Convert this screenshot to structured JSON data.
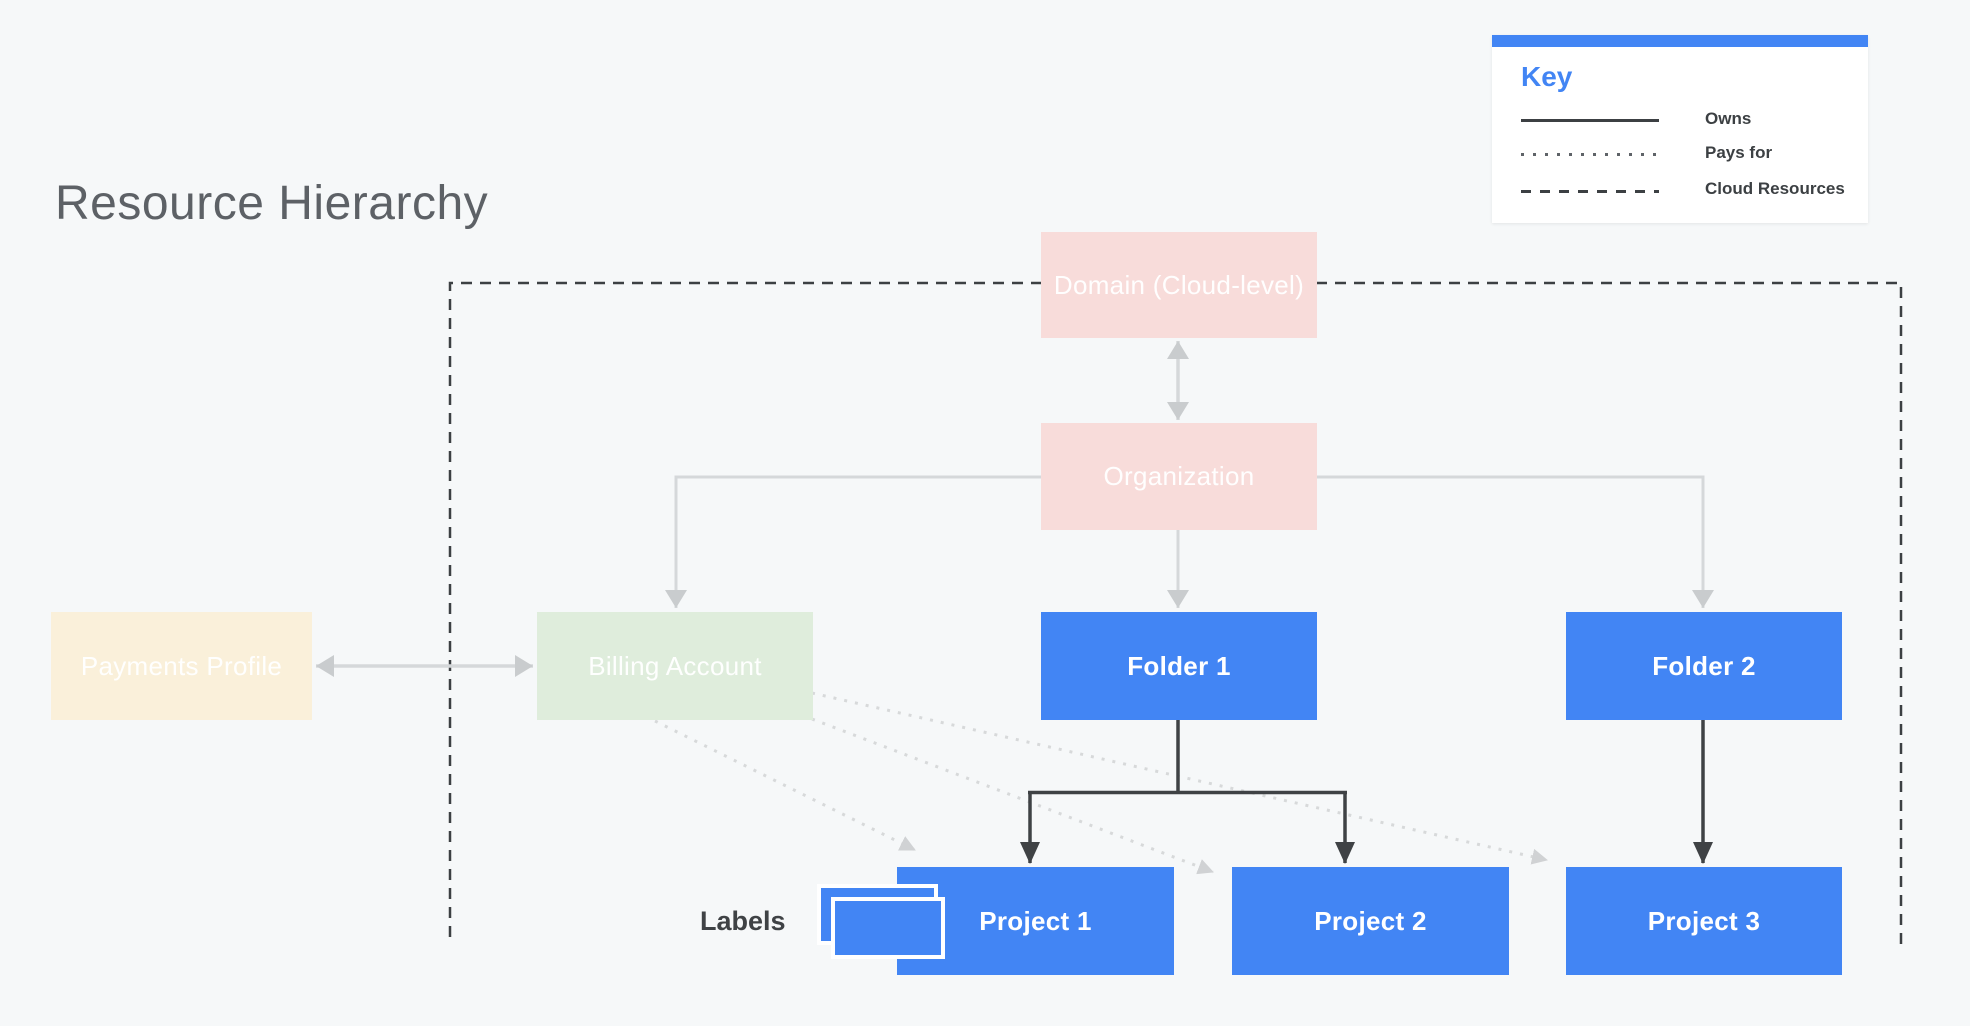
{
  "title": "Resource Hierarchy",
  "legend": {
    "heading": "Key",
    "items": [
      {
        "line_style": "solid",
        "label": "Owns"
      },
      {
        "line_style": "dotted",
        "label": "Pays for"
      },
      {
        "line_style": "dashed",
        "label": "Cloud Resources"
      }
    ]
  },
  "nodes": {
    "domain": {
      "label": "Domain (Cloud-level)",
      "color": "#f8dcda"
    },
    "organization": {
      "label": "Organization",
      "color": "#f8dcda"
    },
    "payments_profile": {
      "label": "Payments Profile",
      "color": "#faf0da"
    },
    "billing_account": {
      "label": "Billing Account",
      "color": "#dfeddc"
    },
    "folder_1": {
      "label": "Folder 1",
      "color": "#4285f4"
    },
    "folder_2": {
      "label": "Folder 2",
      "color": "#4285f4"
    },
    "project_1": {
      "label": "Project 1",
      "color": "#4285f4"
    },
    "project_2": {
      "label": "Project 2",
      "color": "#4285f4"
    },
    "project_3": {
      "label": "Project 3",
      "color": "#4285f4"
    }
  },
  "annotations": {
    "labels_caption": "Labels"
  },
  "colors": {
    "accent_blue": "#4285f4",
    "background": "#f6f8f9",
    "dark_line": "#3f4245",
    "light_line": "#d5d8da",
    "dashed_border": "#3c4043",
    "title_text": "#5d6166"
  }
}
